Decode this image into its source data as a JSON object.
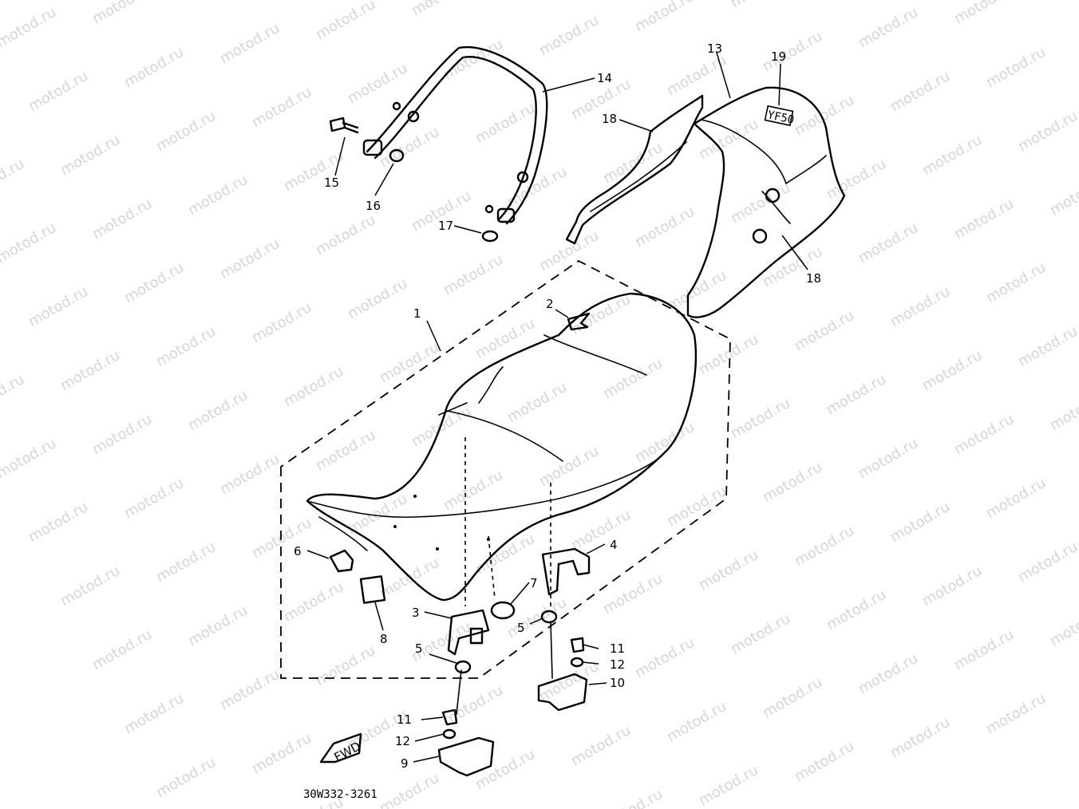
{
  "watermark": {
    "text": "motod.ru",
    "color": "#d6d6d6"
  },
  "diagram_code": "30W332-3261",
  "fwd_label": "FWD",
  "decal_label": "YF50",
  "callouts": [
    {
      "id": "c1",
      "label": "1"
    },
    {
      "id": "c2",
      "label": "2"
    },
    {
      "id": "c3",
      "label": "3"
    },
    {
      "id": "c4",
      "label": "4"
    },
    {
      "id": "c5a",
      "label": "5"
    },
    {
      "id": "c5b",
      "label": "5"
    },
    {
      "id": "c6",
      "label": "6"
    },
    {
      "id": "c7",
      "label": "7"
    },
    {
      "id": "c8",
      "label": "8"
    },
    {
      "id": "c9",
      "label": "9"
    },
    {
      "id": "c10",
      "label": "10"
    },
    {
      "id": "c11a",
      "label": "11"
    },
    {
      "id": "c11b",
      "label": "11"
    },
    {
      "id": "c12a",
      "label": "12"
    },
    {
      "id": "c12b",
      "label": "12"
    },
    {
      "id": "c13",
      "label": "13"
    },
    {
      "id": "c14",
      "label": "14"
    },
    {
      "id": "c15",
      "label": "15"
    },
    {
      "id": "c16",
      "label": "16"
    },
    {
      "id": "c17",
      "label": "17"
    },
    {
      "id": "c18a",
      "label": "18"
    },
    {
      "id": "c18b",
      "label": "18"
    },
    {
      "id": "c19",
      "label": "19"
    }
  ]
}
